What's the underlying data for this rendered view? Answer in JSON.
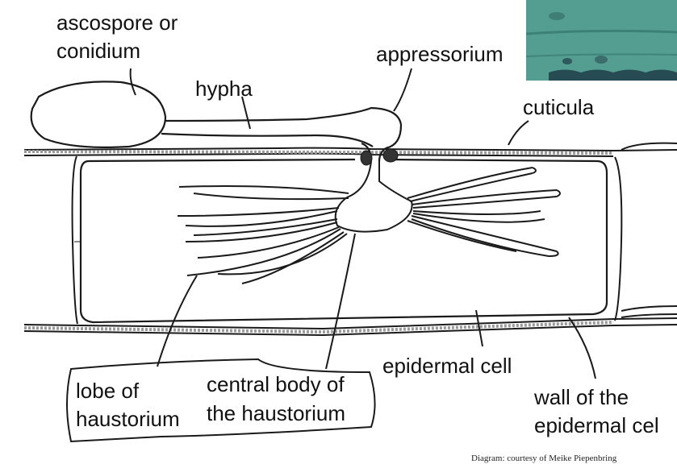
{
  "labels": {
    "spore_line1": "ascospore or",
    "spore_line2": "conidium",
    "hypha": "hypha",
    "appressorium": "appressorium",
    "cuticula": "cuticula",
    "lobe_line1": "lobe of",
    "lobe_line2": "haustorium",
    "central_line1": "central body of",
    "central_line2": "the haustorium",
    "epidermal_cell": "epidermal cell",
    "wall_line1": "wall of the",
    "wall_line2": "epidermal cel"
  },
  "credit": "Diagram: courtesy of Meike Piepenbring",
  "colors": {
    "ink": "#1a1a1a",
    "wall_fill": "#9a9a9a",
    "photo_bg": "#3f8f82",
    "photo_cells": "#1f3d47"
  }
}
